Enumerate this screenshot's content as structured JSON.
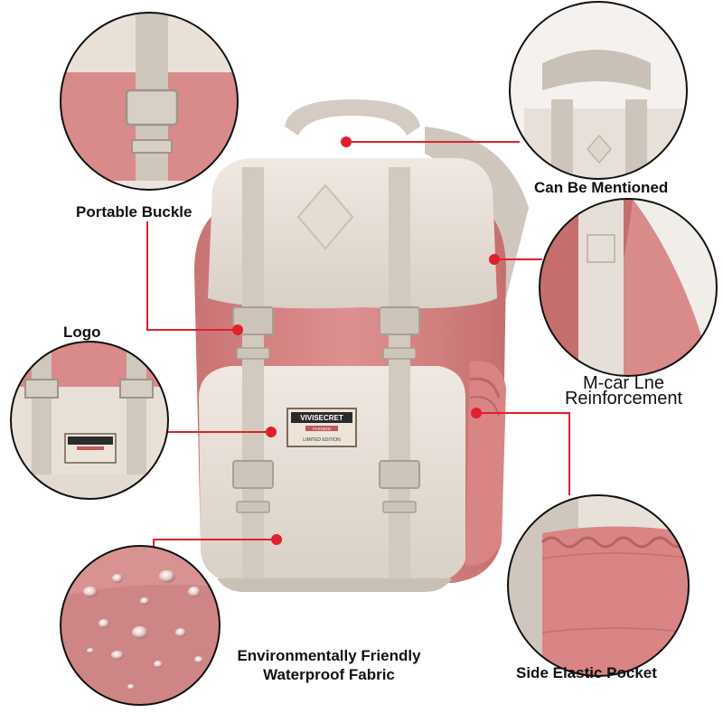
{
  "labels": {
    "portable_buckle": "Portable Buckle",
    "can_be_mentioned": "Can Be Mentioned",
    "logo": "Logo",
    "mcar_line": "M-car Lne",
    "reinforcement": "Reinforcement",
    "fabric_line1": "Environmentally Friendly",
    "fabric_line2": "Waterproof Fabric",
    "side_pocket": "Side Elastic Pocket"
  },
  "patch": {
    "brand": "VIVISECRET",
    "sub": "FASHION",
    "edition": "LIMITED EDITION"
  },
  "colors": {
    "pink": "#d98a8a",
    "cream": "#e9e1d8",
    "strap": "#d8d0c8",
    "accent_red": "#e0202a"
  }
}
